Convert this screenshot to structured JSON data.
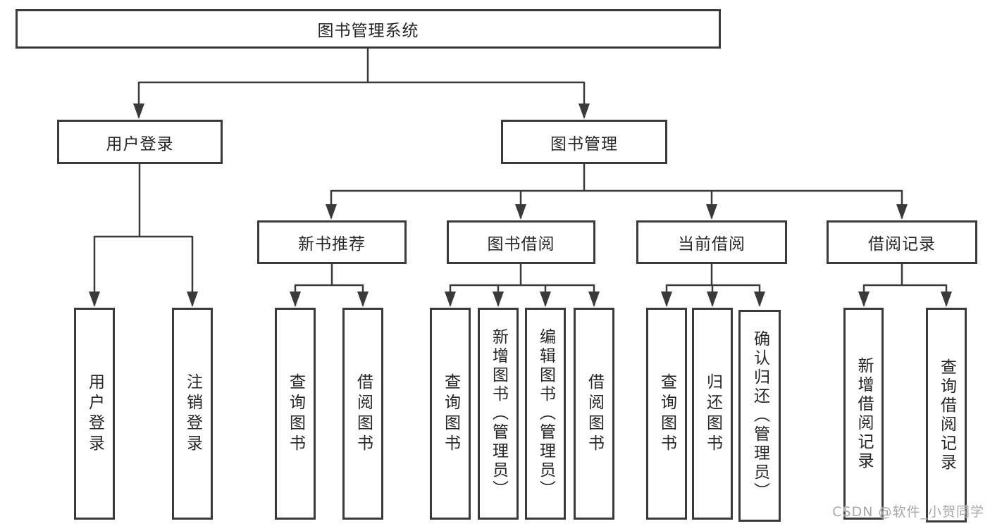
{
  "tree": {
    "root": {
      "label": "图书管理系统"
    },
    "branches": [
      {
        "label": "用户登录",
        "children": [
          {
            "label": "用户登录"
          },
          {
            "label": "注销登录"
          }
        ]
      },
      {
        "label": "图书管理",
        "children": [
          {
            "label": "新书推荐",
            "children": [
              {
                "label": "查询图书"
              },
              {
                "label": "借阅图书"
              }
            ]
          },
          {
            "label": "图书借阅",
            "children": [
              {
                "label": "查询图书"
              },
              {
                "label": "新增图书（管理员）"
              },
              {
                "label": "编辑图书（管理员）"
              },
              {
                "label": "借阅图书"
              }
            ]
          },
          {
            "label": "当前借阅",
            "children": [
              {
                "label": "查询图书"
              },
              {
                "label": "归还图书"
              },
              {
                "label": "确认归还（管理员）"
              }
            ]
          },
          {
            "label": "借阅记录",
            "children": [
              {
                "label": "新增借阅记录"
              },
              {
                "label": "查询借阅记录"
              }
            ]
          }
        ]
      }
    ]
  },
  "watermark": {
    "text": "CSDN @软件_小贺同学"
  },
  "colors": {
    "line": "#3a3a3a",
    "text": "#262626",
    "watermark": "#a8a8a8",
    "background": "#ffffff"
  }
}
